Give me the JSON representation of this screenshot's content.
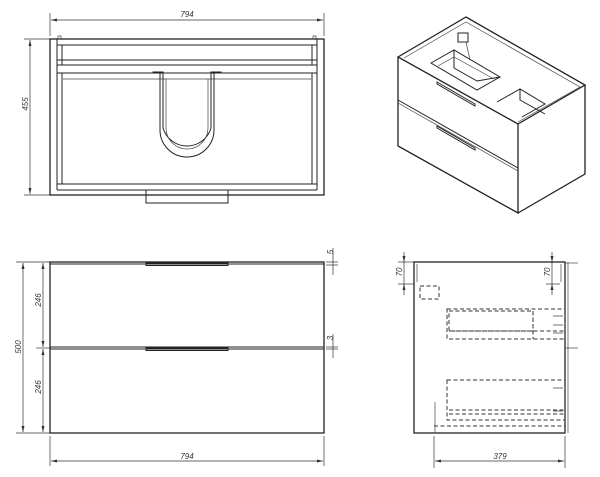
{
  "views": {
    "top": {
      "label": "top-view",
      "dims": {
        "width": "794",
        "depth": "455"
      }
    },
    "isometric": {
      "label": "isometric-view"
    },
    "front": {
      "label": "front-view",
      "dims": {
        "width": "794",
        "height": "500",
        "drawer_top": "246",
        "drawer_bottom": "246",
        "gap_top": "5",
        "gap_middle": "3"
      }
    },
    "side": {
      "label": "side-view",
      "dims": {
        "depth": "379",
        "bracket_left": "70",
        "bracket_right": "70"
      }
    }
  },
  "colors": {
    "line": "#222222",
    "background": "#ffffff"
  }
}
